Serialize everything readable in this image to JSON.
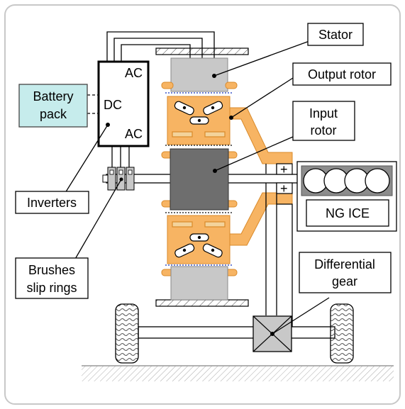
{
  "labels": {
    "stator": "Stator",
    "output_rotor": "Output rotor",
    "input_rotor_line1": "Input",
    "input_rotor_line2": "rotor",
    "battery_line1": "Battery",
    "battery_line2": "pack",
    "dc": "DC",
    "ac_top": "AC",
    "ac_bottom": "AC",
    "inverters": "Inverters",
    "brushes_line1": "Brushes",
    "brushes_line2": "slip rings",
    "ng_ice": "NG ICE",
    "differential_line1": "Differential",
    "differential_line2": "gear",
    "plus_top": "+",
    "plus_bottom": "+"
  },
  "colors": {
    "battery_fill": "#c6ecec",
    "rotor_orange": "#f7b463",
    "stator_gray": "#c8c8c8",
    "input_rotor_dark": "#6e6e6e",
    "frame_border": "#c8c8c8",
    "stator_dotted": "#3b57c9"
  }
}
